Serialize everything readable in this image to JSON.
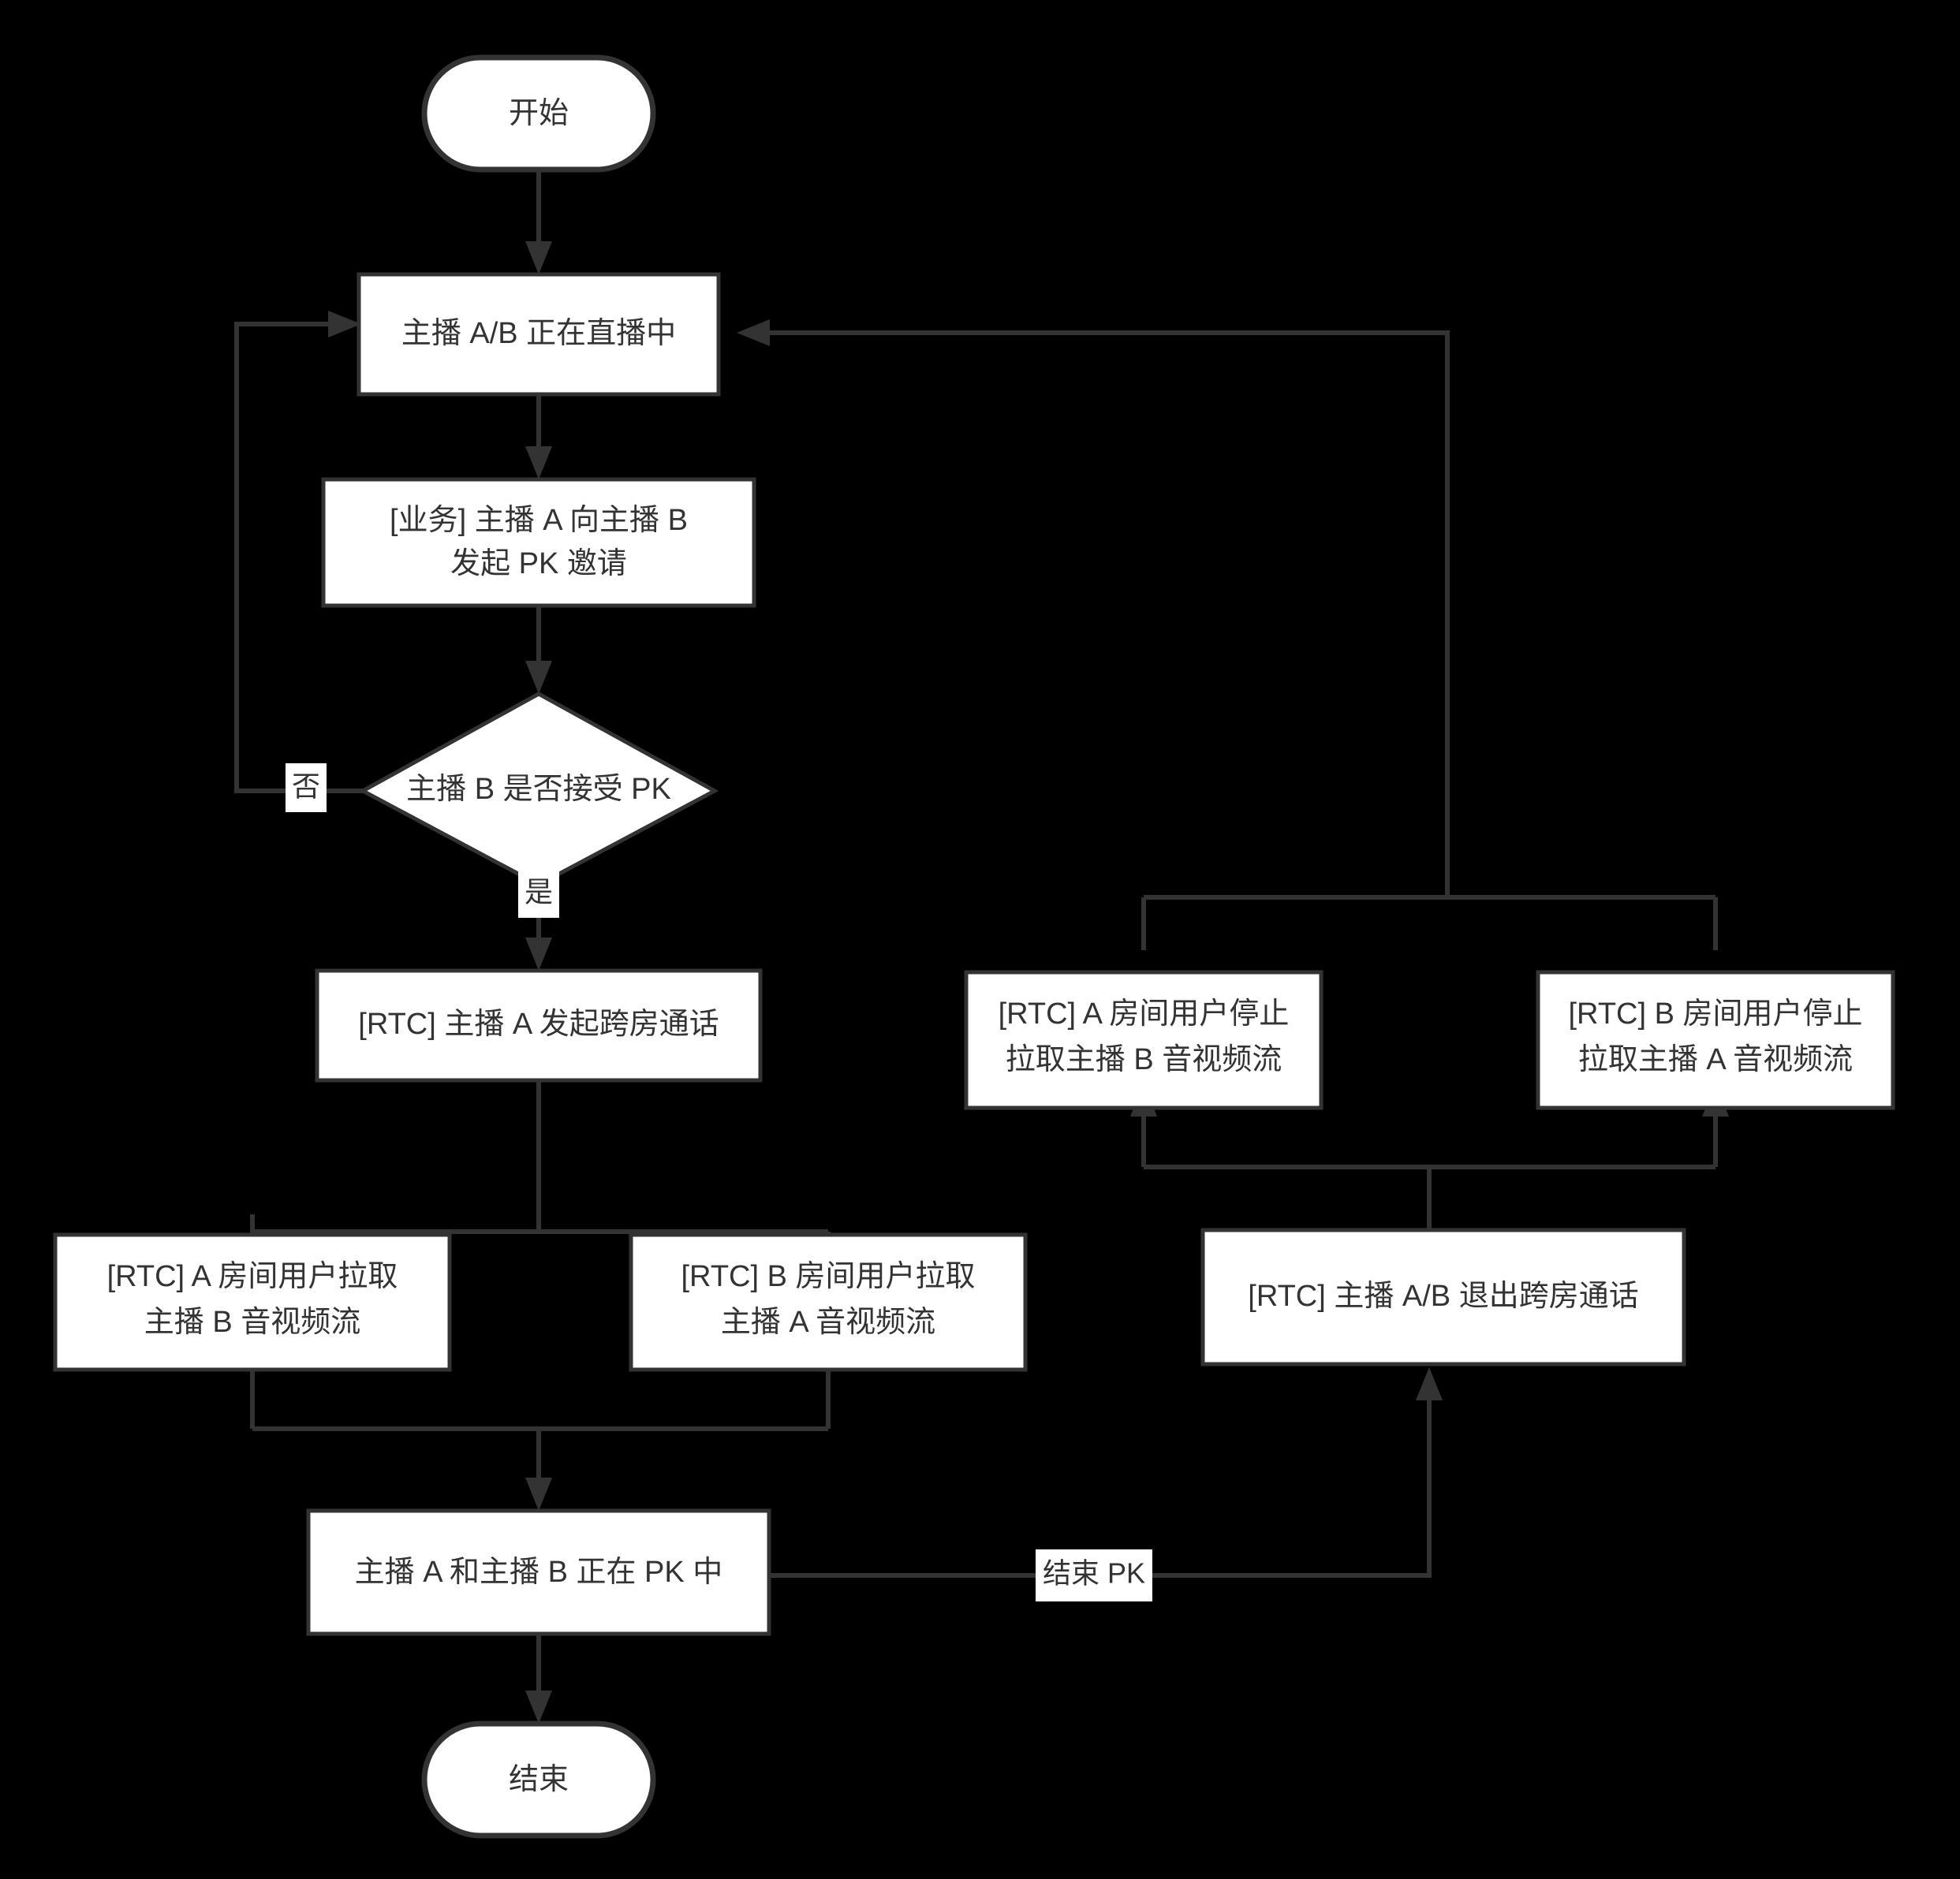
{
  "diagram": {
    "type": "flowchart",
    "direction": "top-down",
    "background_color": "#000000",
    "node_fill": "#ffffff",
    "node_stroke": "#333333",
    "text_color": "#333333",
    "nodes": [
      {
        "id": "start",
        "shape": "stadium",
        "label": "开始"
      },
      {
        "id": "living",
        "shape": "rect",
        "label": "主播 A/B 正在直播中"
      },
      {
        "id": "invite",
        "shape": "rect",
        "line1": "[业务] 主播 A 向主播 B",
        "line2": "发起 PK 邀请"
      },
      {
        "id": "decision",
        "shape": "diamond",
        "label": "主播 B 是否接受 PK"
      },
      {
        "id": "crossroom",
        "shape": "rect",
        "label": "[RTC] 主播 A 发起跨房通话"
      },
      {
        "id": "pullA",
        "shape": "rect",
        "line1": "[RTC] A 房间用户拉取",
        "line2": "主播 B 音视频流"
      },
      {
        "id": "pullB",
        "shape": "rect",
        "line1": "[RTC] B 房间用户拉取",
        "line2": "主播 A 音视频流"
      },
      {
        "id": "pking",
        "shape": "rect",
        "label": "主播 A 和主播 B 正在 PK 中"
      },
      {
        "id": "end",
        "shape": "stadium",
        "label": "结束"
      },
      {
        "id": "stopA",
        "shape": "rect",
        "line1": "[RTC] A 房间用户停止",
        "line2": "拉取主播 B 音视频流"
      },
      {
        "id": "stopB",
        "shape": "rect",
        "line1": "[RTC] B 房间用户停止",
        "line2": "拉取主播 A 音视频流"
      },
      {
        "id": "exitcall",
        "shape": "rect",
        "label": "[RTC] 主播 A/B 退出跨房通话"
      }
    ],
    "edges": [
      {
        "from": "start",
        "to": "living",
        "label": ""
      },
      {
        "from": "living",
        "to": "invite",
        "label": ""
      },
      {
        "from": "invite",
        "to": "decision",
        "label": ""
      },
      {
        "from": "decision",
        "to": "living",
        "label": "否"
      },
      {
        "from": "decision",
        "to": "crossroom",
        "label": "是"
      },
      {
        "from": "crossroom",
        "to": "pullA",
        "label": ""
      },
      {
        "from": "crossroom",
        "to": "pullB",
        "label": ""
      },
      {
        "from": "pullA",
        "to": "pking",
        "label": ""
      },
      {
        "from": "pullB",
        "to": "pking",
        "label": ""
      },
      {
        "from": "pking",
        "to": "end",
        "label": ""
      },
      {
        "from": "pking",
        "to": "exitcall",
        "label": "结束 PK"
      },
      {
        "from": "exitcall",
        "to": "stopA",
        "label": ""
      },
      {
        "from": "exitcall",
        "to": "stopB",
        "label": ""
      },
      {
        "from": "stopA",
        "to": "living",
        "label": ""
      },
      {
        "from": "stopB",
        "to": "living",
        "label": ""
      }
    ],
    "edge_labels": {
      "no": "否",
      "yes": "是",
      "end_pk": "结束 PK"
    }
  }
}
